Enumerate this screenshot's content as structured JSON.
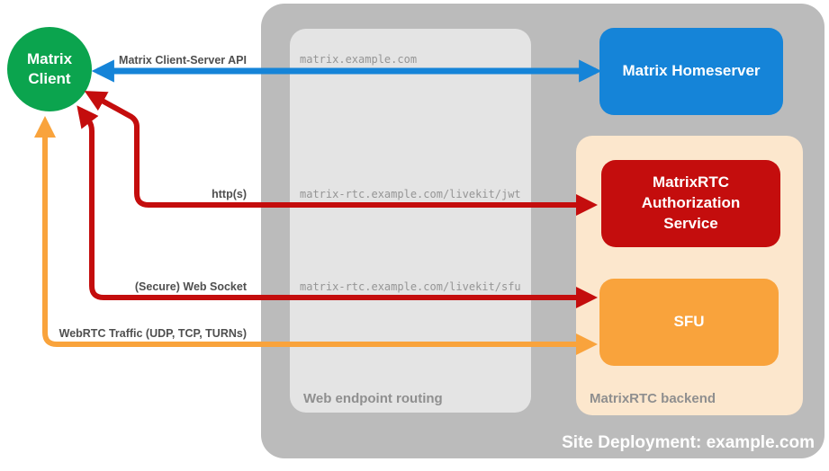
{
  "client": {
    "label": "Matrix Client",
    "color": "#0ba44e"
  },
  "containers": {
    "site": {
      "label": "Site Deployment: example.com",
      "color": "#bbbbbb"
    },
    "web_routing": {
      "label": "Web endpoint routing",
      "color": "#e4e4e4"
    },
    "rtc_backend": {
      "label": "MatrixRTC backend",
      "color": "#fce7cd"
    }
  },
  "nodes": {
    "homeserver": {
      "label": "Matrix Homeserver",
      "color": "#1584d8"
    },
    "auth_service": {
      "label": "MatrixRTC Authorization Service",
      "color": "#c40d0d"
    },
    "sfu": {
      "label": "SFU",
      "color": "#f9a33c"
    }
  },
  "endpoints": {
    "homeserver": "matrix.example.com",
    "jwt": "matrix-rtc.example.com/livekit/jwt",
    "sfu": "matrix-rtc.example.com/livekit/sfu"
  },
  "arrows": {
    "client_server_api": {
      "label": "Matrix Client-Server API",
      "color": "#1584d8",
      "bidirectional": "true"
    },
    "http": {
      "label": "http(s)",
      "color": "#c40d0d",
      "bidirectional": "true"
    },
    "websocket": {
      "label": "(Secure) Web Socket",
      "color": "#c40d0d",
      "bidirectional": "true"
    },
    "webrtc": {
      "label": "WebRTC Traffic (UDP, TCP, TURNs)",
      "color": "#f9a33c",
      "bidirectional": "true"
    }
  }
}
